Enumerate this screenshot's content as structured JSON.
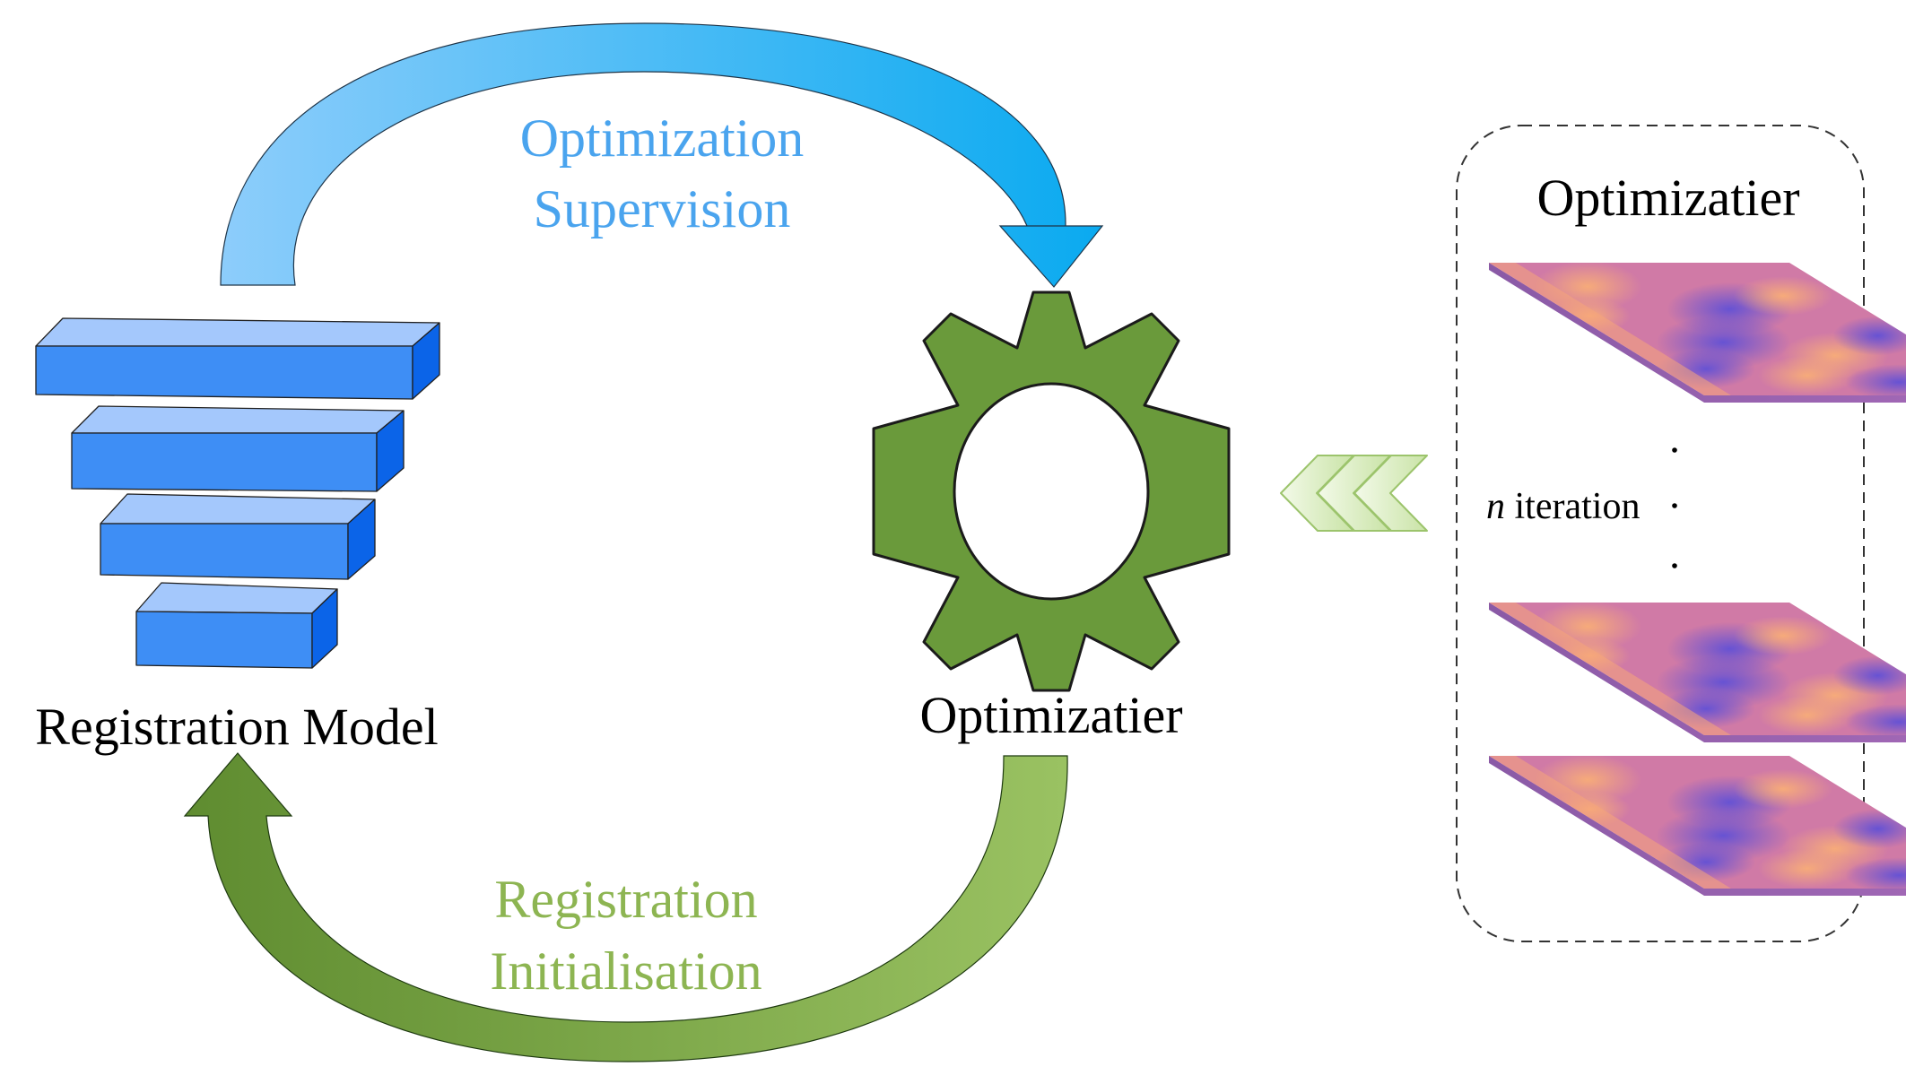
{
  "labels": {
    "top_arrow": [
      "Optimization",
      "Supervision"
    ],
    "bottom_arrow": [
      "Registration",
      "Initialisation"
    ],
    "registration_model": "Registration Model",
    "gear": "Optimizatier",
    "panel_title": "Optimizatier",
    "iteration_prefix": "n",
    "iteration_suffix": " iteration"
  },
  "colors": {
    "top_arrow_light": "#8dcdfb",
    "top_arrow_dark": "#0aaaf0",
    "top_text": "#4aa4ee",
    "bottom_arrow_dark": "#5f8c30",
    "bottom_arrow_light": "#9ac262",
    "bottom_text": "#8db552",
    "gear_fill": "#6a9a3b",
    "block_front": "#3e8ef5",
    "block_top": "#a4c8fc",
    "block_side": "#0b64e8",
    "chevron_fill": "#dbedc4",
    "chevron_stroke": "#9cc46c",
    "tile_base": "#d07aa6",
    "tile_orange": "#f1a276",
    "tile_blue": "#6a5cdc"
  },
  "icons": {
    "model": "stacked-blocks-icon",
    "gear": "gear-icon",
    "chevrons": "triple-chevron-left-icon",
    "tile": "heatmap-tile-icon"
  },
  "tiles_count": 3
}
